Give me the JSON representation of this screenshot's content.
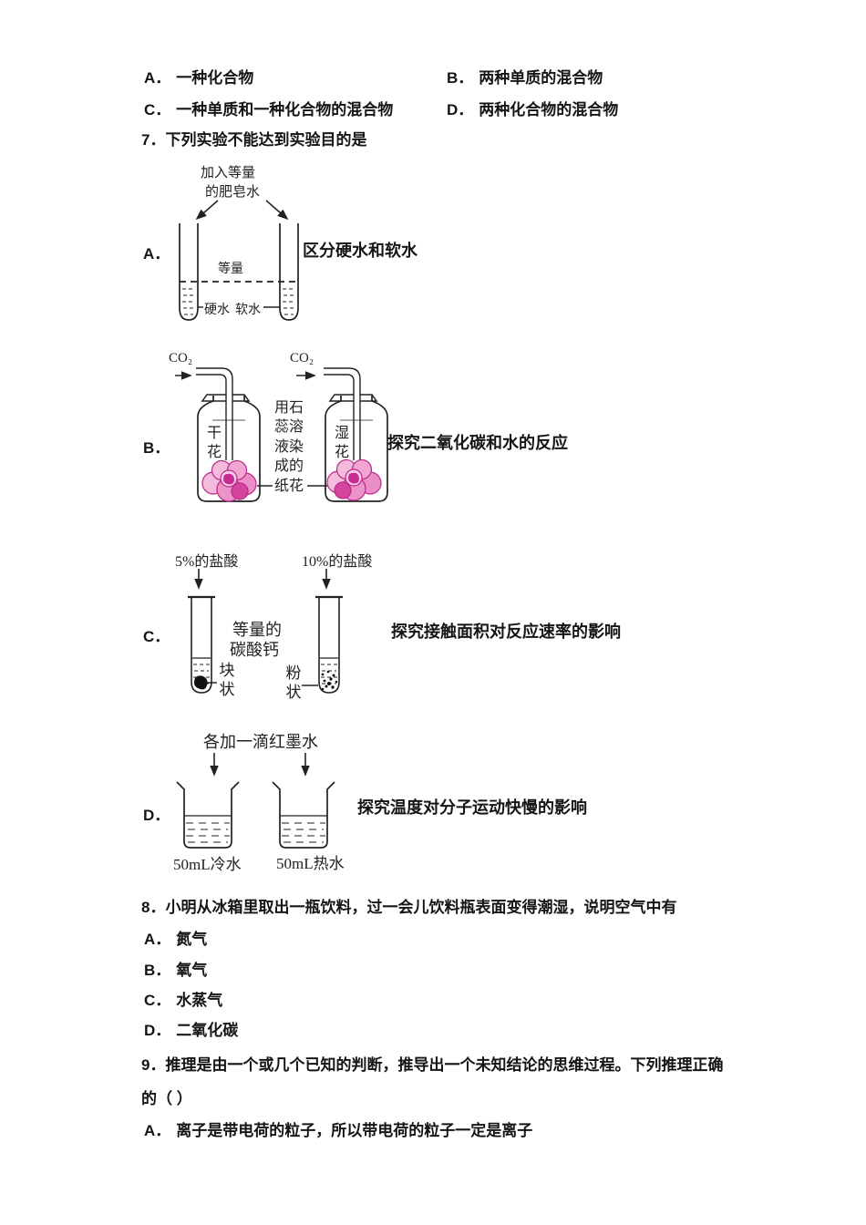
{
  "page": {
    "background": "#ffffff",
    "text_color": "#151515",
    "flower_light": "#f4bcdc",
    "flower_mid": "#eb8ec8",
    "flower_dark": "#c62d93",
    "line_color": "#222222"
  },
  "q6_options": [
    {
      "label": "A．",
      "text": "一种化合物"
    },
    {
      "label": "B．",
      "text": "两种单质的混合物"
    },
    {
      "label": "C．",
      "text": "一种单质和一种化合物的混合物"
    },
    {
      "label": "D．",
      "text": "两种化合物的混合物"
    }
  ],
  "q7": {
    "stem": "7．下列实验不能达到实验目的是",
    "exp_a": {
      "label": "A．",
      "ann_line1": "加入等量",
      "ann_line2": "的肥皂水",
      "equal_label": "等量",
      "left_tube_label": "硬水",
      "right_tube_label": "软水",
      "purpose": "区分硬水和软水"
    },
    "exp_b": {
      "label": "B．",
      "gas_left": "CO₂",
      "gas_right": "CO₂",
      "left_bottle_label": "干花",
      "right_bottle_label": "湿花",
      "middle_note": "用石蕊溶液染成的纸花",
      "purpose": "探究二氧化碳和水的反应"
    },
    "exp_c": {
      "label": "C．",
      "left_top_label": "5%的盐酸",
      "right_top_label": "10%的盐酸",
      "middle_line1": "等量的",
      "middle_line2": "碳酸钙",
      "left_state_label": "块状",
      "right_state_label": "粉状",
      "purpose": "探究接触面积对反应速率的影响"
    },
    "exp_d": {
      "label": "D．",
      "ann": "各加一滴红墨水",
      "left_beaker_label": "50mL冷水",
      "right_beaker_label": "50mL热水",
      "purpose": "探究温度对分子运动快慢的影响"
    }
  },
  "q8": {
    "stem": "8．小明从冰箱里取出一瓶饮料，过一会儿饮料瓶表面变得潮湿，说明空气中有",
    "options": [
      {
        "label": "A．",
        "text": "氮气"
      },
      {
        "label": "B．",
        "text": "氧气"
      },
      {
        "label": "C．",
        "text": "水蒸气"
      },
      {
        "label": "D．",
        "text": "二氧化碳"
      }
    ]
  },
  "q9": {
    "stem_line1": "9．推理是由一个或几个已知的判断，推导出一个未知结论的思维过程。下列推理正确",
    "stem_line2": "的（  ）",
    "option_a": {
      "label": "A．",
      "text": "离子是带电荷的粒子，所以带电荷的粒子一定是离子"
    }
  }
}
